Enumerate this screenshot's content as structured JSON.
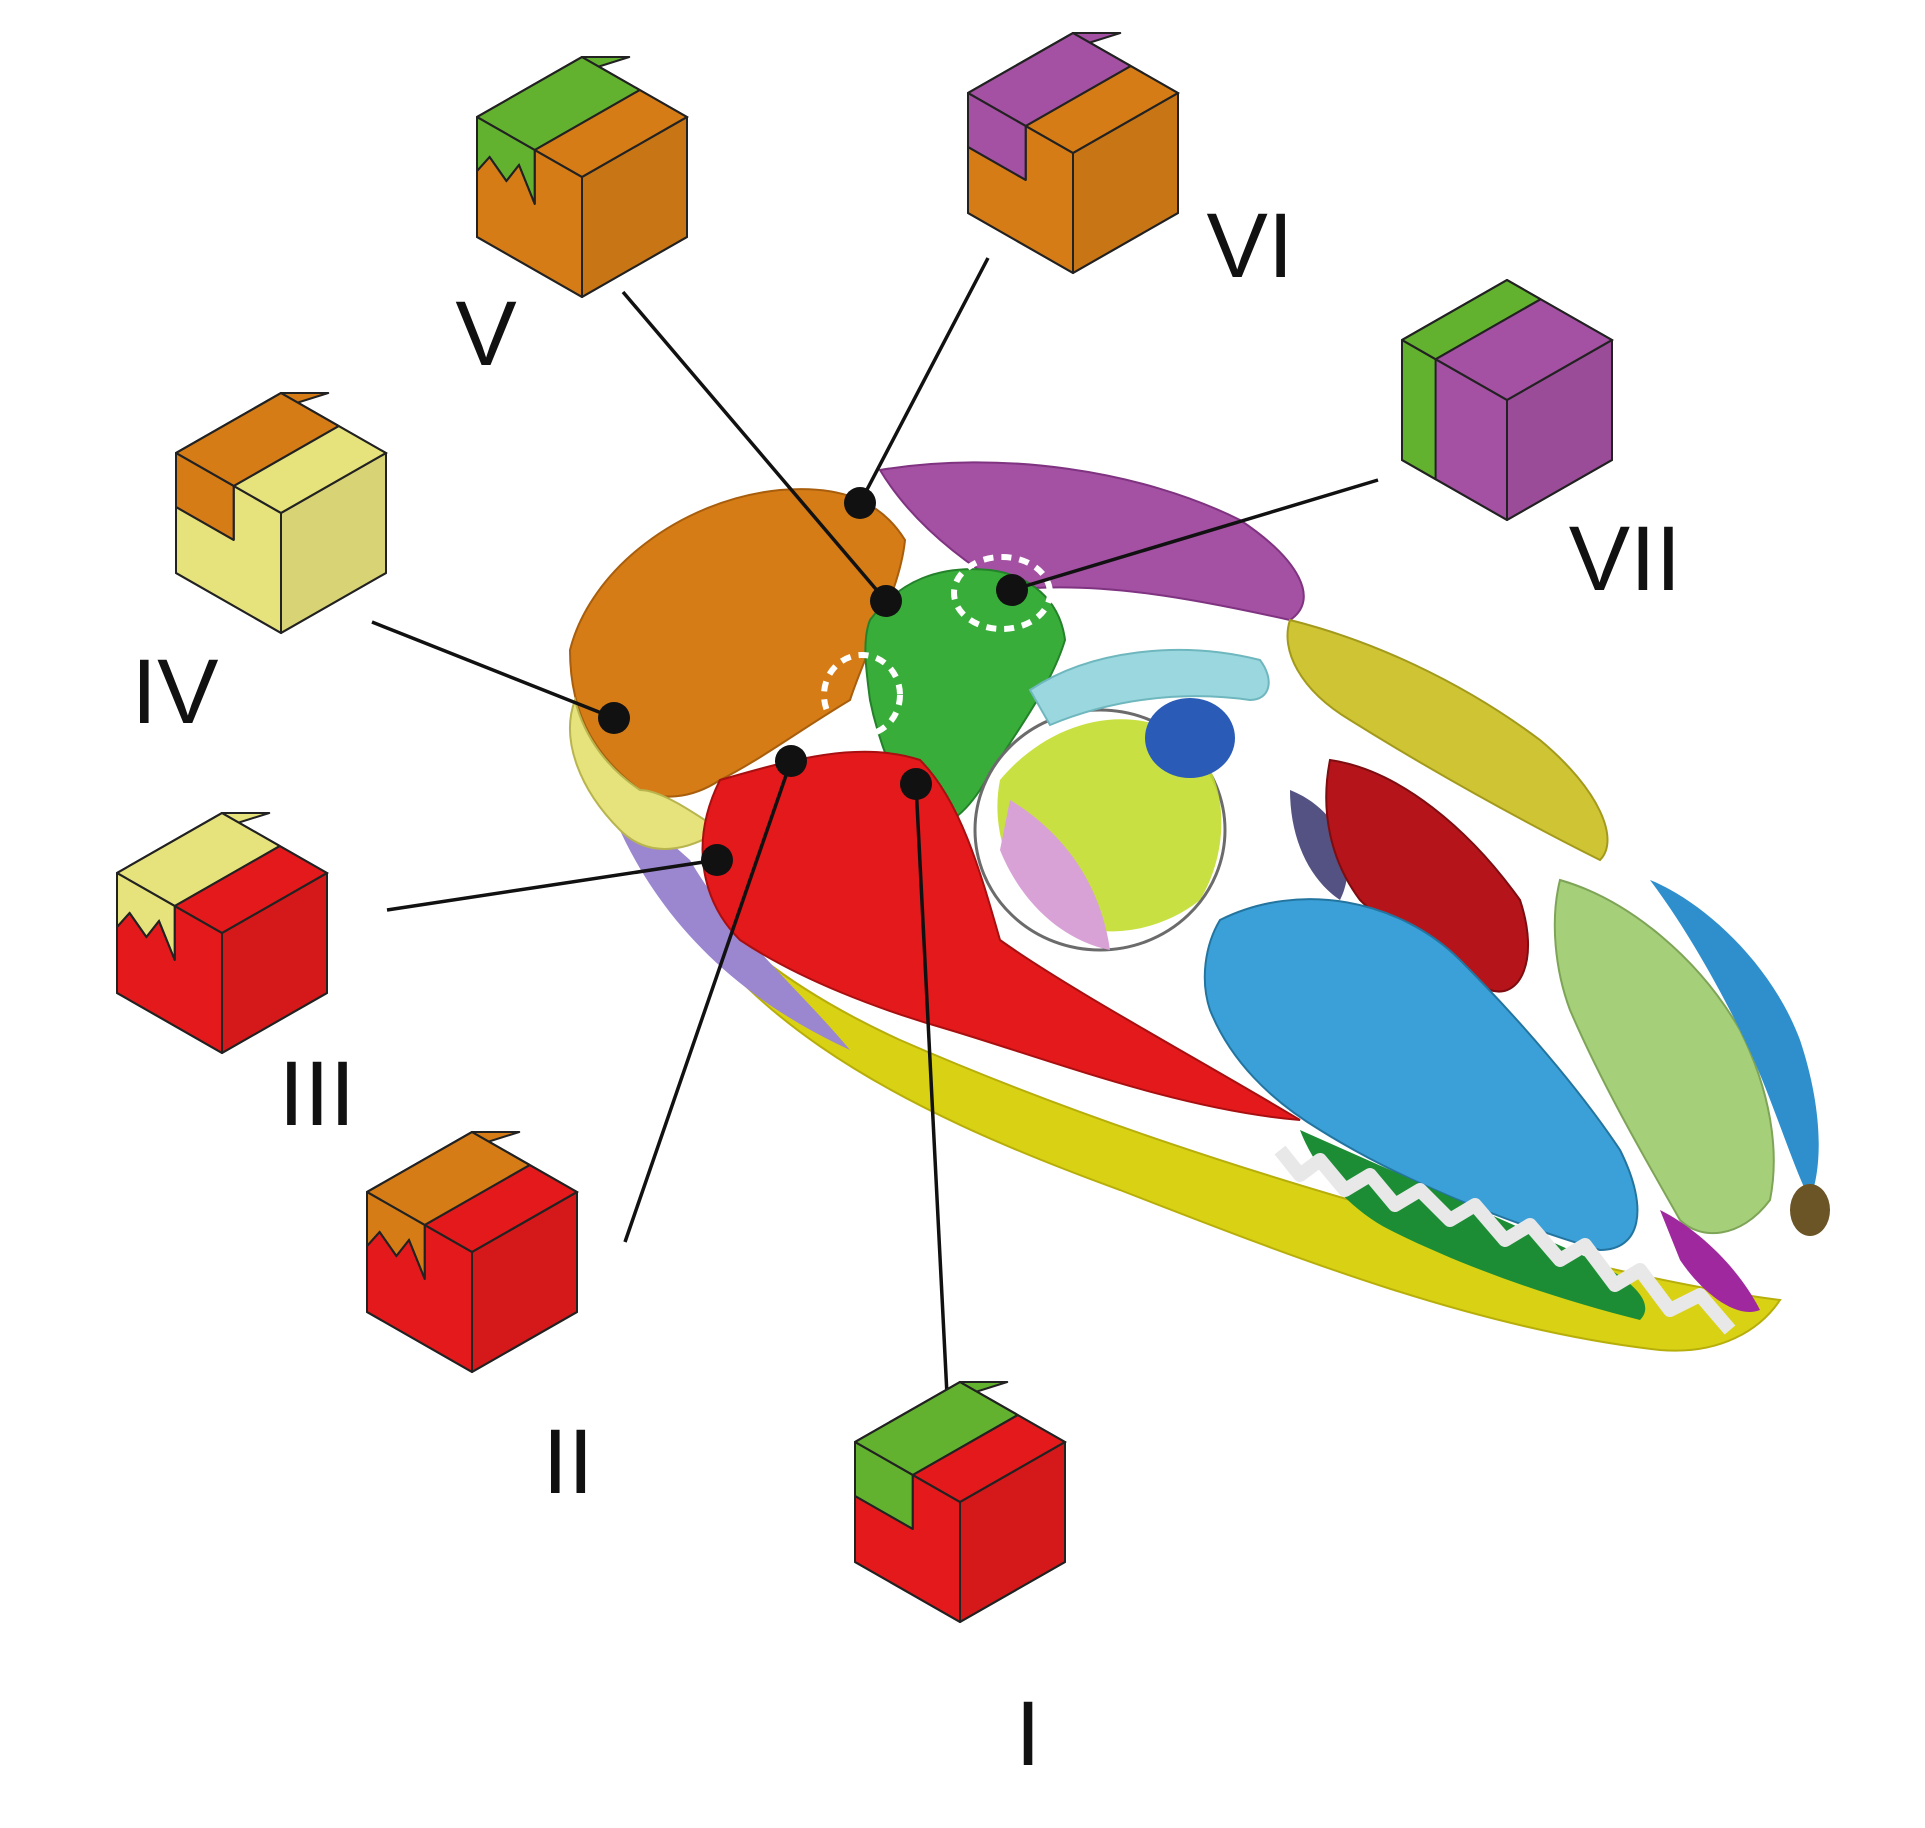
{
  "colors": {
    "parietal_orange": "#d57c16",
    "frontal_green": "#63b22f",
    "postorbital_purple": "#a451a3",
    "squamosal_red": "#e3191b",
    "supratemporal_yellow": "#e6e27c",
    "maxilla_blue": "#3ba0d8",
    "nasal_lightgreen": "#a6cf7a",
    "jugal_yellow": "#d9d214",
    "line_black": "#111111",
    "highlight_white": "#ffffff"
  },
  "sutures": [
    {
      "id": "I",
      "label": "I",
      "top_color": "#63b22f",
      "body_color": "#e3191b",
      "joint": "straight"
    },
    {
      "id": "II",
      "label": "II",
      "top_color": "#d57c16",
      "body_color": "#e3191b",
      "joint": "zigzag"
    },
    {
      "id": "III",
      "label": "III",
      "top_color": "#e6e27c",
      "body_color": "#e3191b",
      "joint": "zigzag"
    },
    {
      "id": "IV",
      "label": "IV",
      "top_color": "#d57c16",
      "body_color": "#e6e27c",
      "joint": "straight"
    },
    {
      "id": "V",
      "label": "V",
      "top_color": "#63b22f",
      "body_color": "#d57c16",
      "joint": "zigzag"
    },
    {
      "id": "VI",
      "label": "VI",
      "top_color": "#a451a3",
      "body_color": "#d57c16",
      "joint": "straight"
    },
    {
      "id": "VII",
      "label": "VII",
      "top_color": "#63b22f",
      "body_color": "#a451a3",
      "joint": "vertical"
    }
  ]
}
